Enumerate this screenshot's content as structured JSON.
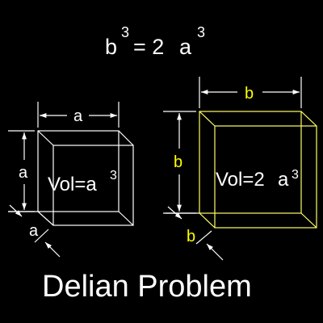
{
  "equation": {
    "b": "b",
    "b_exp": "3",
    "equals_two": "= 2",
    "a": "a",
    "a_exp": "3"
  },
  "small_cube": {
    "width_label": "a",
    "height_label": "a",
    "depth_label": "a",
    "volume_text": "Vol=a",
    "volume_exp": "3"
  },
  "large_cube": {
    "width_label": "b",
    "height_label": "b",
    "depth_label": "b",
    "volume_text": "Vol=2",
    "volume_a": "a",
    "volume_exp": "3"
  },
  "caption": "Delian Problem",
  "colors": {
    "background": "#000000",
    "small_cube_lines": "#ffffff",
    "large_cube_lines": "#ffff66",
    "labels_white": "#ffffff",
    "labels_yellow": "#ffff00"
  }
}
